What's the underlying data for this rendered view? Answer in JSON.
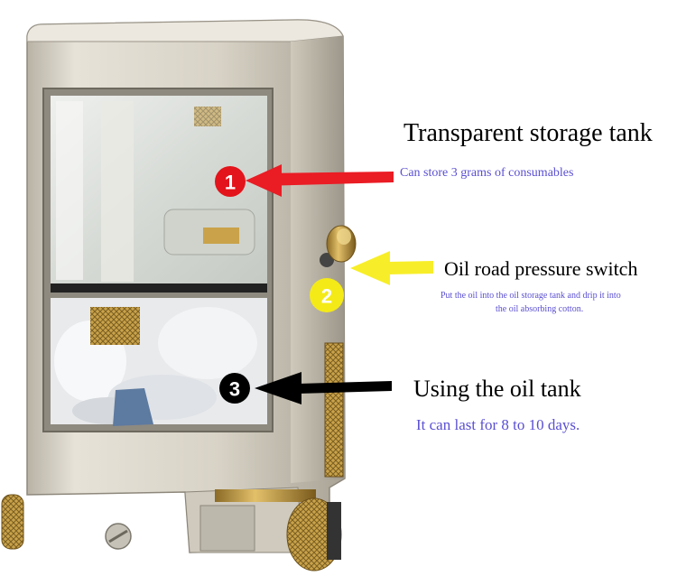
{
  "callouts": [
    {
      "number": "1",
      "title": "Transparent storage tank",
      "description": [
        "Can store 3 grams of consumables"
      ],
      "badge_color": "#e3141b",
      "arrow_color": "#ea1c24"
    },
    {
      "number": "2",
      "title": "Oil road pressure switch",
      "description": [
        "Put the oil into the oil storage tank and drip it into",
        "the oil absorbing cotton."
      ],
      "badge_color": "#f4ea18",
      "arrow_color": "#f7ee29"
    },
    {
      "number": "3",
      "title": "Using the oil tank",
      "description": [
        "It can last for 8 to 10 days."
      ],
      "badge_color": "#000000",
      "arrow_color": "#000000"
    }
  ],
  "colors": {
    "description_text": "#5a4fd1",
    "metal_body": "#d9d4c7",
    "brass": "#c9a24a"
  },
  "icons": [
    "device-illustration"
  ]
}
